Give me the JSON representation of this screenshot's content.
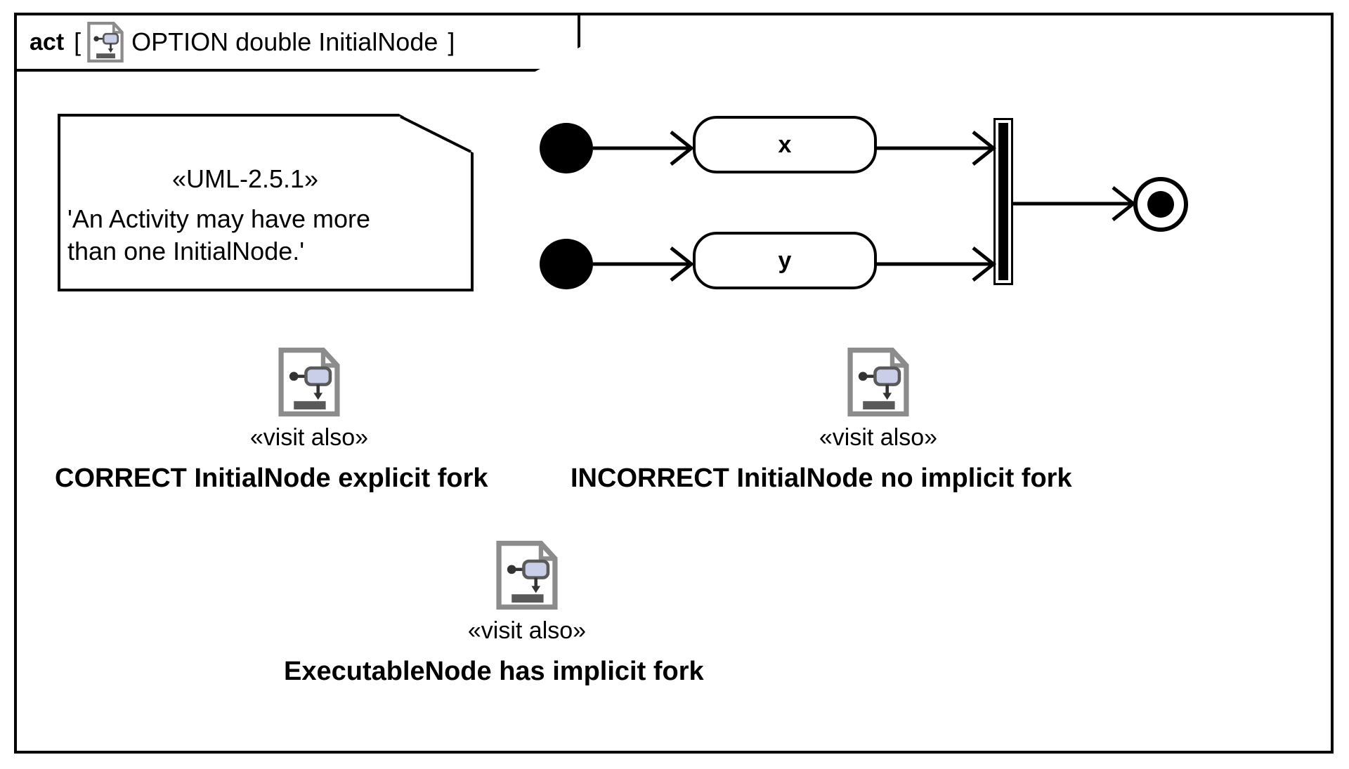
{
  "diagram": {
    "type": "uml-activity-diagram",
    "frame": {
      "kind_label": "act",
      "bracket_open": "[",
      "bracket_close": "]",
      "title": "OPTION double InitialNode",
      "icon": "activity-document-icon"
    },
    "note": {
      "stereotype": "«UML-2.5.1»",
      "line1": "'An Activity may have more",
      "line2": "than one InitialNode.'"
    },
    "nodes": {
      "initial_node_top": "initial-node",
      "initial_node_bottom": "initial-node",
      "action_x_label": "x",
      "action_y_label": "y",
      "join_node": "join-bar",
      "final_node": "activity-final-node"
    },
    "annotations": [
      {
        "icon": "activity-document-icon",
        "stereotype": "«visit also»",
        "caption": "CORRECT InitialNode explicit fork"
      },
      {
        "icon": "activity-document-icon",
        "stereotype": "«visit also»",
        "caption": "INCORRECT InitialNode no implicit fork"
      },
      {
        "icon": "activity-document-icon",
        "stereotype": "«visit also»",
        "caption": "ExecutableNode has implicit fork"
      }
    ],
    "colors": {
      "stroke": "#000000",
      "background": "#ffffff",
      "icon_border": "#7f7f7f",
      "icon_bar": "#595959",
      "icon_box_fill_top": "#c9cfe8",
      "icon_box_fill_bottom": "#e8ebf6",
      "icon_box_stroke": "#5a5a5a"
    }
  }
}
